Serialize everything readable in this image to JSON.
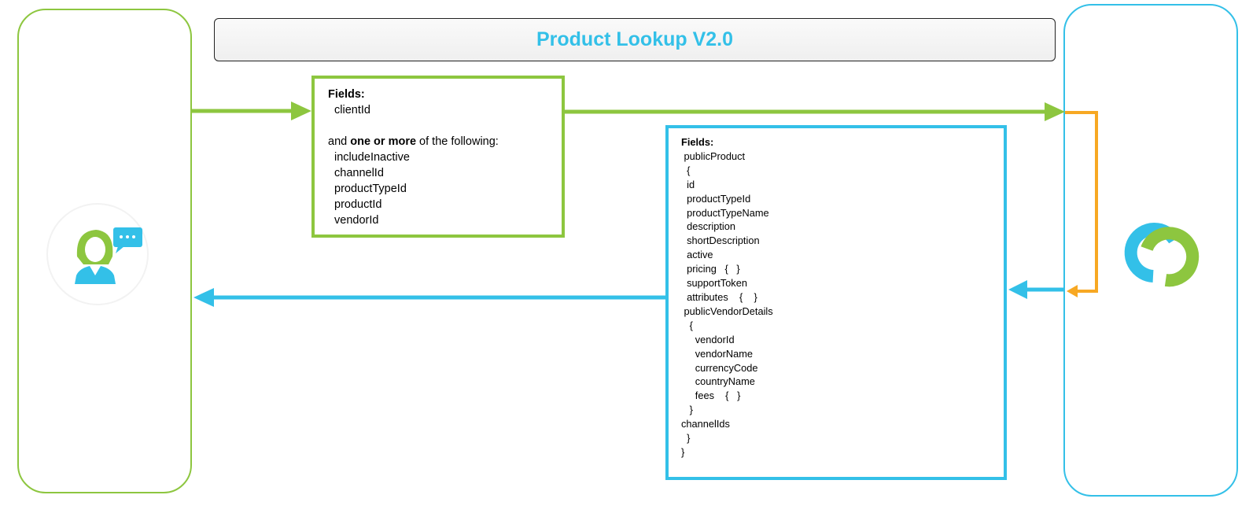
{
  "title": "Product Lookup V2.0",
  "request": {
    "heading": "Fields:",
    "required": "clientId",
    "intro_prefix": "and ",
    "intro_bold": "one or more",
    "intro_suffix": " of the following:",
    "optional": [
      "includeInactive",
      "channelId",
      "productTypeId",
      "productId",
      "vendorId"
    ]
  },
  "response": {
    "heading": "Fields:",
    "lines": [
      " publicProduct",
      "  {",
      "  id",
      "  productTypeId",
      "  productTypeName",
      "  description",
      "  shortDescription",
      "  active",
      "  pricing   {   }",
      "  supportToken",
      "  attributes    {    }",
      " publicVendorDetails",
      "   {",
      "     vendorId",
      "     vendorName",
      "     currencyCode",
      "     countryName",
      "     fees    {   }",
      "   }",
      "channelIds",
      "  }",
      "}"
    ]
  },
  "icons": {
    "client": "user-chat-icon",
    "server": "linked-rings-logo-icon"
  },
  "colors": {
    "green": "#8dc63f",
    "blue": "#33c0e8",
    "orange": "#f7a823"
  }
}
